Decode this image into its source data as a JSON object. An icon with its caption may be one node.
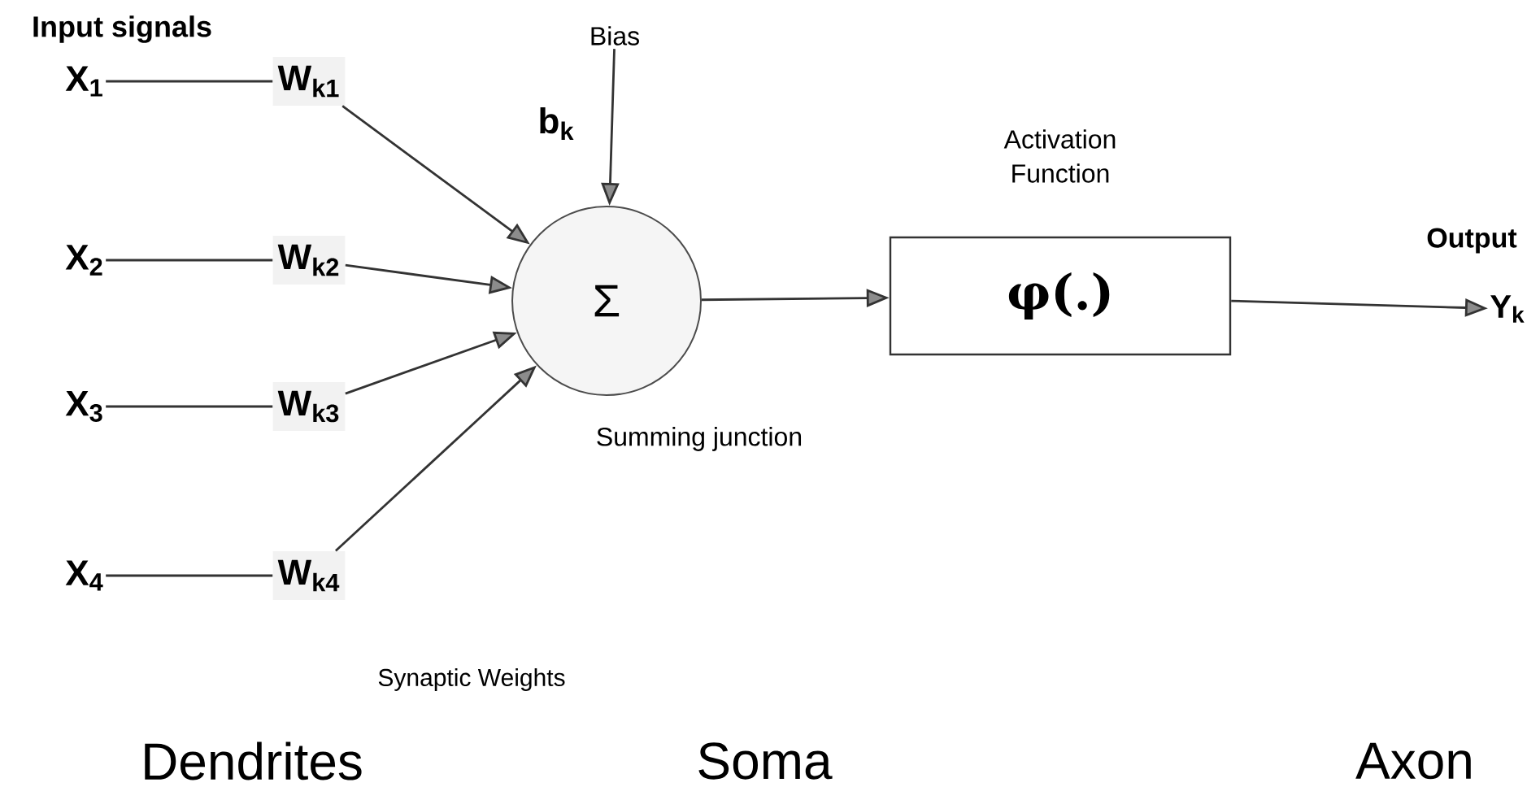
{
  "diagram": {
    "nodes": [
      {
        "text": [
          "X$_{1}$"
        ]
      },
      {
        "text": [
          "W$_{k1}$"
        ]
      },
      {
        "text": [
          "X$_{2}$"
        ]
      },
      {
        "text": [
          "W$_{k2}$"
        ]
      },
      {
        "text": [
          "X$_{3}$"
        ]
      },
      {
        "text": [
          "W$_{k3}$"
        ]
      },
      {
        "text": [
          "X$_{4}$"
        ]
      },
      {
        "text": [
          "W$_{k4}$"
        ]
      },
      {
        "text": [
          "Bias"
        ]
      },
      {
        "text": [
          "Σ"
        ],
        "beside": [
          "Summing junction"
        ]
      },
      {
        "text": [
          "Activation Function",
          "φ(.)"
        ]
      },
      {
        "text": [
          "Y$_{k}$"
        ]
      }
    ],
    "edges": [
      {
        "from": 0,
        "to": 1,
        "arrow": "none"
      },
      {
        "from": 2,
        "to": 3,
        "arrow": "none"
      },
      {
        "from": 4,
        "to": 5,
        "arrow": "none"
      },
      {
        "from": 6,
        "to": 7,
        "arrow": "none"
      },
      {
        "from": 1,
        "to": 9,
        "arrow": "to"
      },
      {
        "from": 3,
        "to": 9,
        "arrow": "to"
      },
      {
        "from": 5,
        "to": 9,
        "arrow": "to"
      },
      {
        "from": 7,
        "to": 9,
        "arrow": "to"
      },
      {
        "from": 8,
        "to": 9,
        "arrow": "to"
      },
      {
        "from": 9,
        "to": 10,
        "arrow": "to"
      },
      {
        "from": 10,
        "to": 11,
        "arrow": "to"
      }
    ],
    "labels": [
      "Input signals",
      "b$_{k}$",
      "Output",
      "Synaptic Weights",
      "Dendrites",
      "Soma",
      "Axon"
    ]
  }
}
